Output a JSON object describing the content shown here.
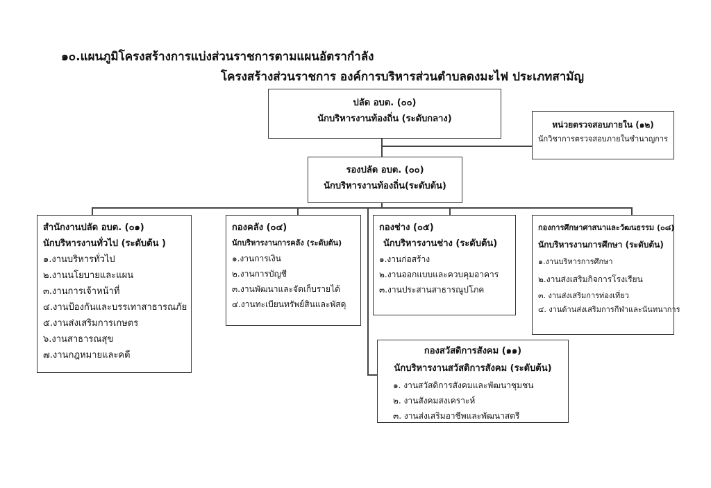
{
  "title": "๑๐.แผนภูมิโครงสร้างการแบ่งส่วนราชการตามแผนอัตรากำลัง",
  "subtitle": "โครงสร้างส่วนราชการ องค์การบริหารส่วนตำบลดงมะไฟ ประเภทสามัญ",
  "chief": {
    "name": "ปลัด อบต. (๐๐)",
    "position": "นักบริหารงานท้องถิ่น (ระดับกลาง)"
  },
  "audit": {
    "name": "หน่วยตรวจสอบภายใน (๑๒)",
    "position": "นักวิชาการตรวจสอบภายในชำนาญการ"
  },
  "deputy": {
    "name": "รองปลัด อบต. (๐๐)",
    "position": "นักบริหารงานท้องถิ่น(ระดับต้น)"
  },
  "divisions": [
    {
      "name": "สำนักงานปลัด อบต. (๐๑)",
      "position": "นักบริหารงานทั่วไป (ระดับต้น )",
      "items": [
        "๑.งานบริหารทั่วไป",
        "๒.งานนโยบายและแผน",
        "๓.งานการเจ้าหน้าที่",
        "๔.งานป้องกันและบรรเทาสาธารณภัย",
        "๕.งานส่งเสริมการเกษตร",
        "๖.งานสาธารณสุข",
        "๗.งานกฎหมายและคดี"
      ]
    },
    {
      "name": "กองคลัง  (๐๔)",
      "position": "นักบริหารงานการคลัง (ระดับต้น)",
      "items": [
        "๑.งานการเงิน",
        "๒.งานการบัญชี",
        "๓.งานพัฒนาและจัดเก็บรายได้",
        "๔.งานทะเบียนทรัพย์สินและพัสดุ"
      ]
    },
    {
      "name": "กองช่าง  (๐๕)",
      "position": "นักบริหารงานช่าง (ระดับต้น)",
      "items": [
        "๑.งานก่อสร้าง",
        "๒.งานออกแบบและควบคุมอาคาร",
        "๓.งานประสานสาธารณูปโภค"
      ]
    },
    {
      "name": "กองการศึกษาศาสนาและวัฒนธรรม (๐๘)",
      "position": "นักบริหารงานการศึกษา (ระดับต้น)",
      "items": [
        "๑.งานบริหารการศึกษา",
        "๒.งานส่งเสริมกิจการโรงเรียน",
        "๓. งานส่งเสริมการท่องเที่ยว",
        "๔. งานด้านส่งเสริมการกีฬาและนันทนาการ"
      ]
    },
    {
      "name": "กองสวัสดิการสังคม  (๑๑)",
      "position": "นักบริหารงานสวัสดิการสังคม (ระดับต้น)",
      "items": [
        "๑. งานสวัสดิการสังคมและพัฒนาชุมชน",
        "๒. งานสังคมสงเคราะห์",
        "๓. งานส่งเสริมอาชีพและพัฒนาสตรี"
      ]
    }
  ]
}
